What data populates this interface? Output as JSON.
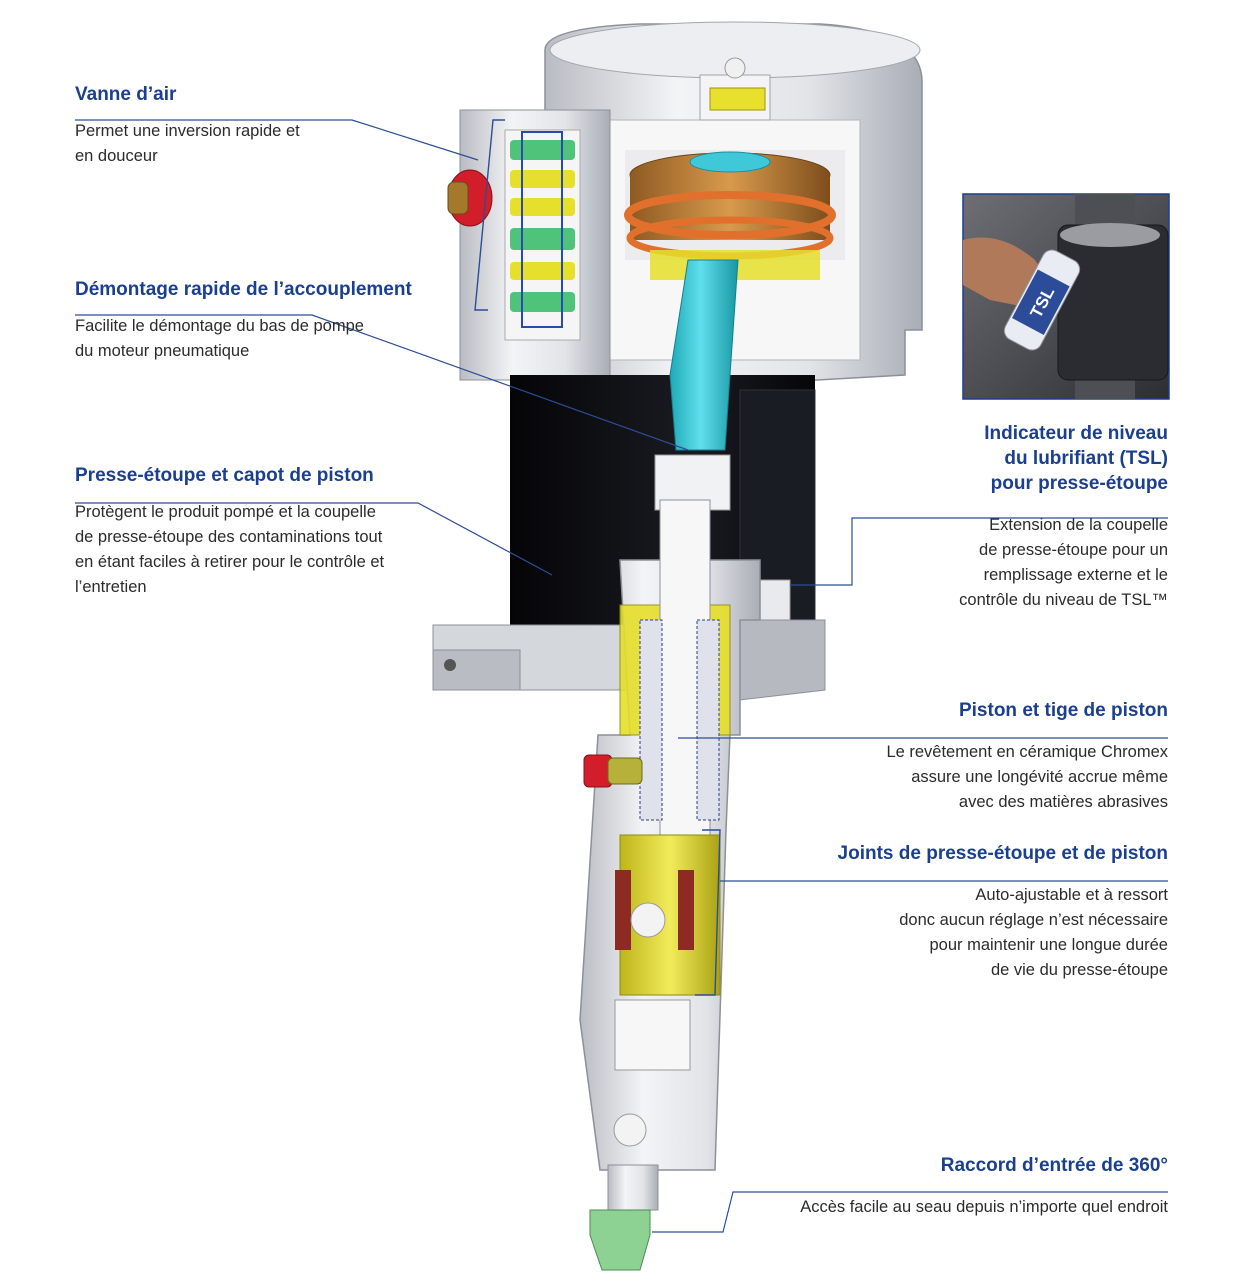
{
  "callouts": {
    "air_valve": {
      "title": "Vanne d’air",
      "desc": "Permet une inversion rapide et\nen douceur"
    },
    "coupling": {
      "title": "Démontage rapide de l’accouplement",
      "desc": "Facilite le démontage du bas de pompe\ndu moteur pneumatique"
    },
    "packing_cover": {
      "title": "Presse-étoupe et capot de piston",
      "desc": "Protègent le produit pompé et la coupelle\nde presse-étoupe des contaminations tout\nen étant faciles à retirer pour le contrôle et\nl’entretien"
    },
    "tsl": {
      "title": "Indicateur de niveau\ndu lubrifiant (TSL)\npour presse-étoupe",
      "desc": "Extension de la coupelle\nde presse-étoupe pour un\nremplissage externe et le\ncontrôle du niveau de TSL™"
    },
    "piston_rod": {
      "title": "Piston et tige de piston",
      "desc": "Le revêtement en céramique Chromex\nassure une longévité accrue même\navec des matières abrasives"
    },
    "seals": {
      "title": "Joints de presse-étoupe et de piston",
      "desc": "Auto-ajustable et à ressort\ndonc aucun réglage n’est nécessaire\npour maintenir une longue durée\nde vie du presse-étoupe"
    },
    "inlet": {
      "title": "Raccord d’entrée de 360°",
      "desc": "Accès facile au seau depuis n’importe quel endroit"
    }
  },
  "photo": {
    "bottle_label": "TSL"
  },
  "colors": {
    "title_blue": "#1b3f8f",
    "leader_blue": "#2d4d96",
    "body_text": "#2b2b2b",
    "rod_cyan": "#35c4d2",
    "seal_yellow": "#e6df2b",
    "piston_orange": "#e2702d",
    "motor_black": "#0d0d10"
  }
}
